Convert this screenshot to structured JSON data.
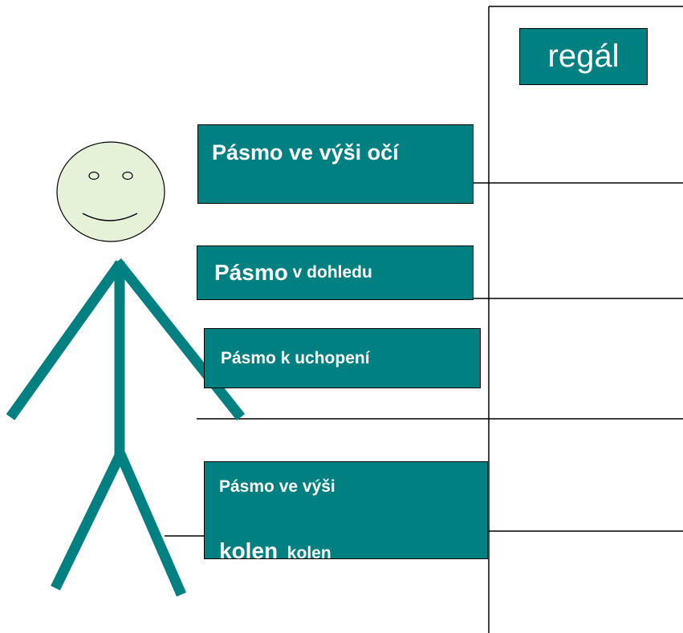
{
  "colors": {
    "box": "#008080",
    "figure_stroke": "#008080",
    "face_fill": "#e6f2d8",
    "lines": "#000000"
  },
  "shelf_label": "regál",
  "zones": {
    "eyes": "Pásmo ve výši očí",
    "sight": {
      "main": "Pásmo",
      "rest": " v dohledu"
    },
    "reach": "Pásmo k uchopení",
    "knees": {
      "line1": "Pásmo ve výši",
      "main": "kolen",
      "rest": "  kolen"
    }
  }
}
